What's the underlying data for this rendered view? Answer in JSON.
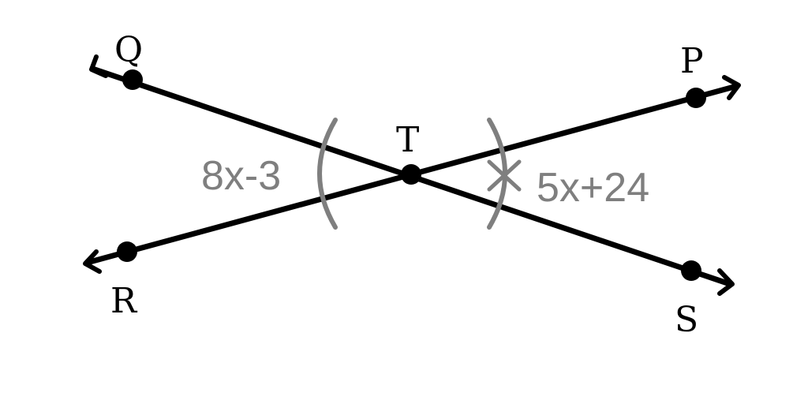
{
  "points": {
    "Q": "Q",
    "P": "P",
    "T": "T",
    "R": "R",
    "S": "S"
  },
  "angles": {
    "left": "8x-3",
    "right": "5x+24"
  },
  "colors": {
    "line": "#000000",
    "angle_mark": "#7f7f7f",
    "background": "#ffffff"
  }
}
